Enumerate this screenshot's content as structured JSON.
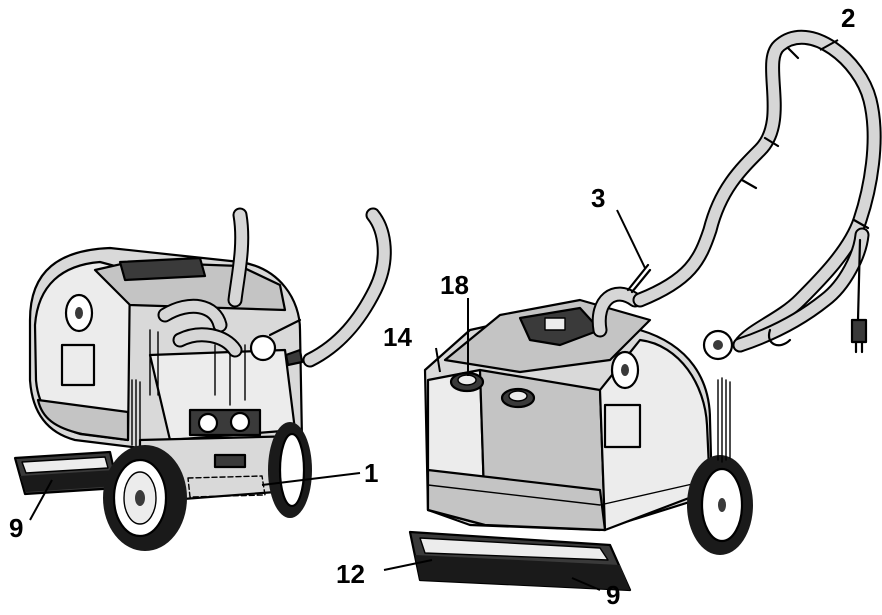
{
  "callouts": {
    "c1": "1",
    "c2": "2",
    "c3": "3",
    "c9a": "9",
    "c9b": "9",
    "c12": "12",
    "c14": "14",
    "c18": "18"
  }
}
